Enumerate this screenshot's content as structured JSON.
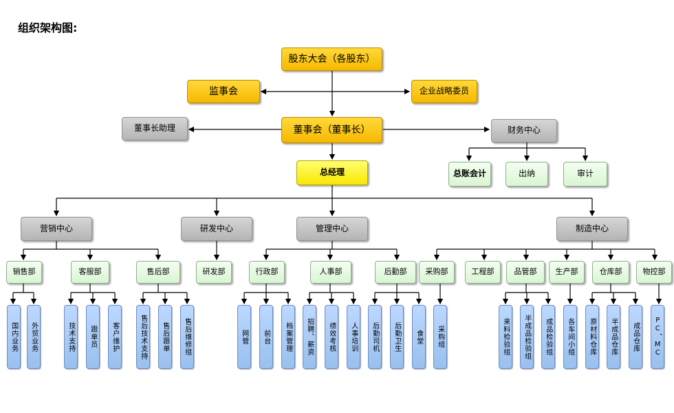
{
  "title": "组织架构图:",
  "colors": {
    "yellow": "#f6b800",
    "gray": "#b4b4b4",
    "green": "#daf5d4",
    "blue": "#99c0ef",
    "line": "#000000"
  },
  "top": {
    "shareholders": "股东大会（各股东）",
    "supervisory": "监事会",
    "strategy": "企业战略委员",
    "board": "董事会（董事长）",
    "assistant": "董事长助理",
    "finance": "财务中心",
    "gm": "总经理"
  },
  "finance_units": [
    "总账会计",
    "出纳",
    "审计"
  ],
  "centers": [
    "营销中心",
    "研发中心",
    "管理中心",
    "制造中心"
  ],
  "depts": [
    "销售部",
    "客服部",
    "售后部",
    "研发部",
    "行政部",
    "人事部",
    "后勤部",
    "采购部",
    "工程部",
    "品管部",
    "生产部",
    "仓库部",
    "物控部"
  ],
  "units": [
    "国内业务",
    "外贸业务",
    "技术支持",
    "跟单员",
    "客户维护",
    "售后技术支持",
    "售后跟单",
    "售后维修组",
    "网管",
    "前台",
    "档案管理",
    "招聘、薪资",
    "绩效考核",
    "人事培训",
    "后勤司机",
    "后勤卫生",
    "食堂",
    "采购组",
    "来料检验组",
    "半成品检验组",
    "成品检验组",
    "各车间小组",
    "原材料仓库",
    "半成品仓库",
    "成品仓库",
    "PC、MC"
  ]
}
